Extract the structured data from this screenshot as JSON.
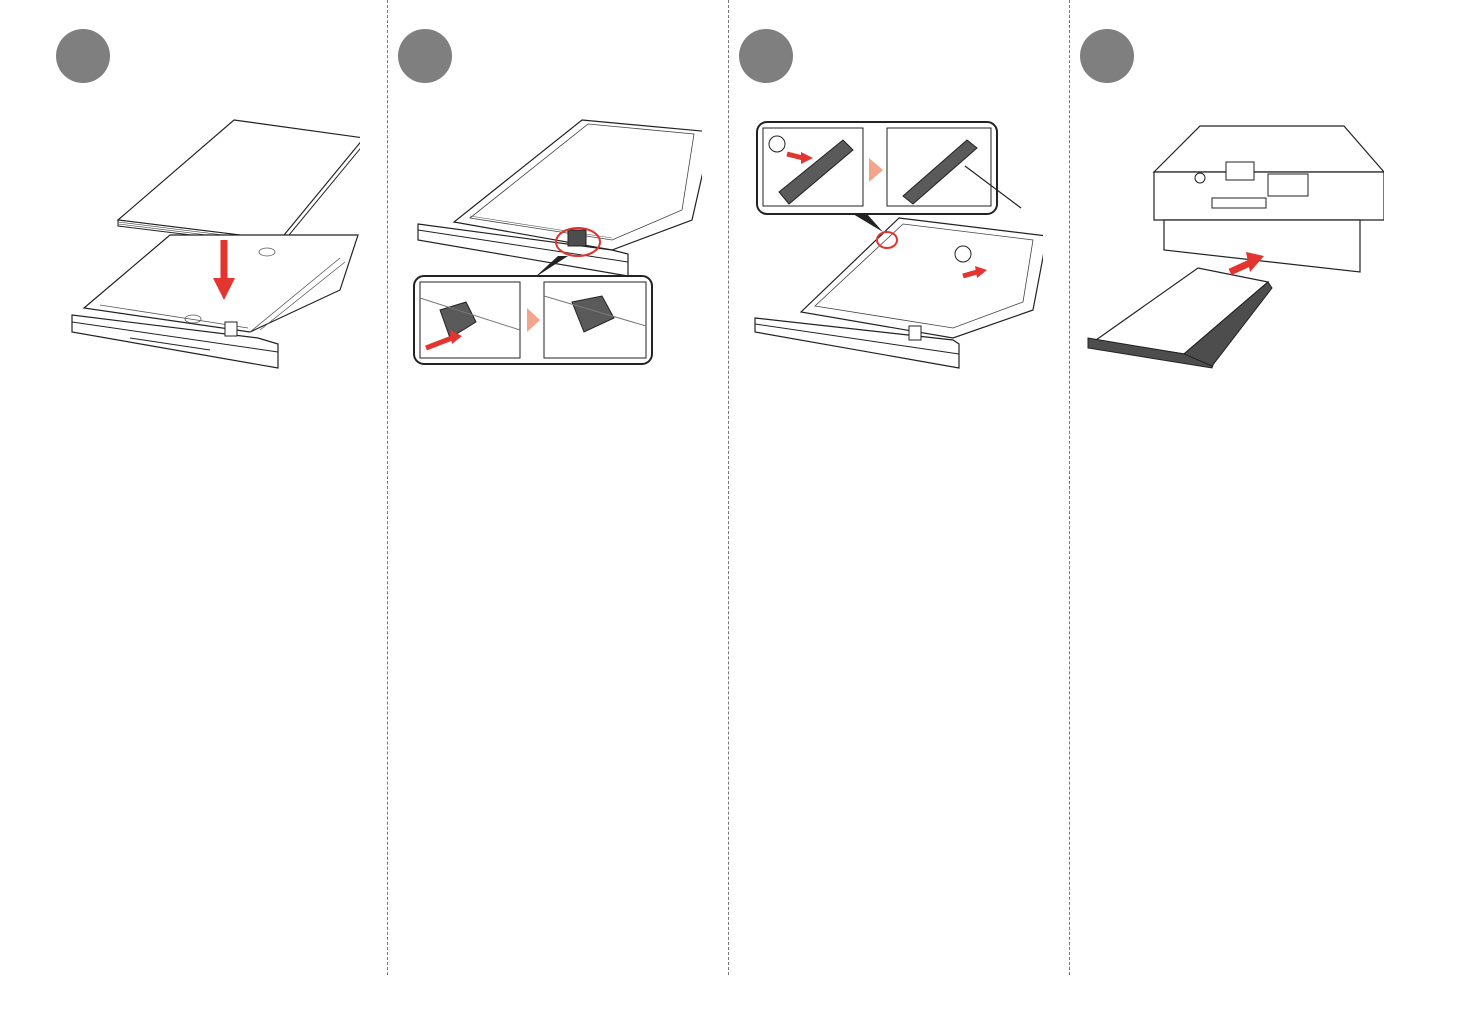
{
  "steps": [
    {
      "id": 1,
      "badge_icon": "step-circle-icon",
      "illustration": "paper-stack-loading-into-cassette-icon"
    },
    {
      "id": 2,
      "badge_icon": "step-circle-icon",
      "illustration": "cassette-paper-guide-slide-icon"
    },
    {
      "id": 3,
      "badge_icon": "step-circle-icon",
      "illustration": "cassette-side-guide-adjust-icon"
    },
    {
      "id": 4,
      "badge_icon": "step-circle-icon",
      "illustration": "insert-cassette-into-printer-icon"
    }
  ],
  "colors": {
    "badge": "#807f80",
    "arrow": "#e3342f",
    "chevron": "#f2a58a",
    "line": "#222222",
    "divider": "#777777"
  }
}
